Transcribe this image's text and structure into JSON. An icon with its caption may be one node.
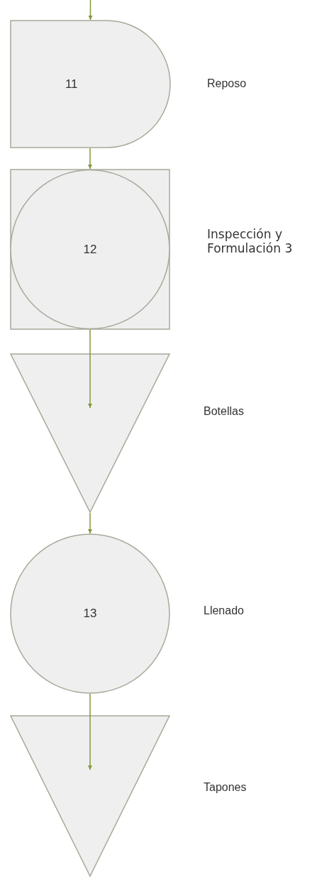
{
  "diagram": {
    "nodes": [
      {
        "text": [
          "11"
        ],
        "beside": [
          "Reposo"
        ]
      },
      {
        "text": [
          "12"
        ],
        "beside": [
          "Inspección y Formulación 3"
        ]
      },
      {
        "text": [],
        "shape": "triangle",
        "beside": [
          "Botellas"
        ]
      },
      {
        "text": [
          "13"
        ],
        "beside": [
          "Llenado"
        ]
      },
      {
        "text": [],
        "shape": "triangle",
        "beside": [
          "Tapones"
        ]
      }
    ],
    "edges": [
      {
        "from": null,
        "to": 0,
        "arrow": "to"
      },
      {
        "from": 0,
        "to": 1,
        "arrow": "to"
      },
      {
        "from": 1,
        "to": 2,
        "arrow": "to"
      },
      {
        "from": 2,
        "to": 3,
        "arrow": "to"
      },
      {
        "from": 3,
        "to": 4,
        "arrow": "to"
      }
    ]
  }
}
